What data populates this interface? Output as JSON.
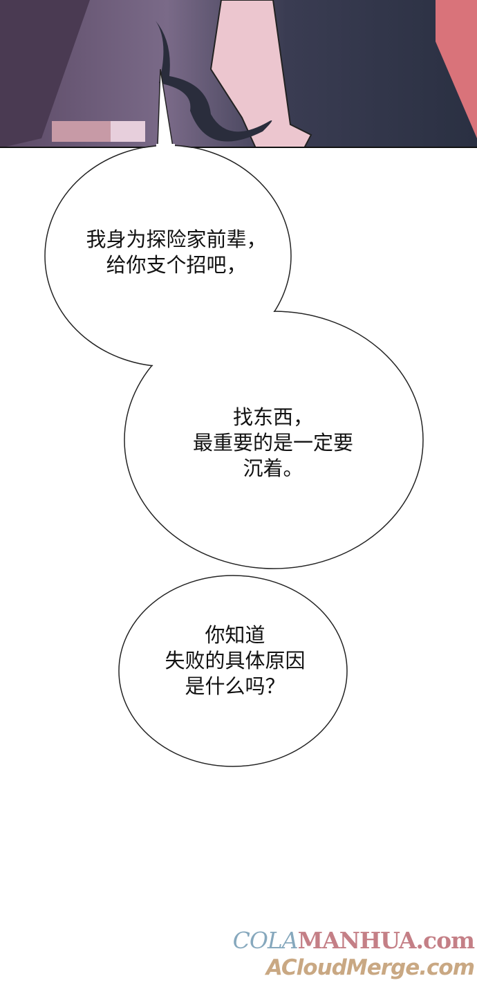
{
  "bubbles": [
    {
      "text": "我身为探险家前辈，\n给你支个招吧，"
    },
    {
      "text": "找东西，\n最重要的是一定要\n沉着。"
    },
    {
      "text": "你知道\n失败的具体原因\n是什么吗？"
    }
  ],
  "watermark": {
    "line1_a": "COLA",
    "line1_b": "MANHUA.com",
    "line2": "ACloudMerge.com"
  },
  "colors": {
    "panel_dark": "#2f3448",
    "skin": "#e9c3cc",
    "hair": "#d9737a"
  }
}
